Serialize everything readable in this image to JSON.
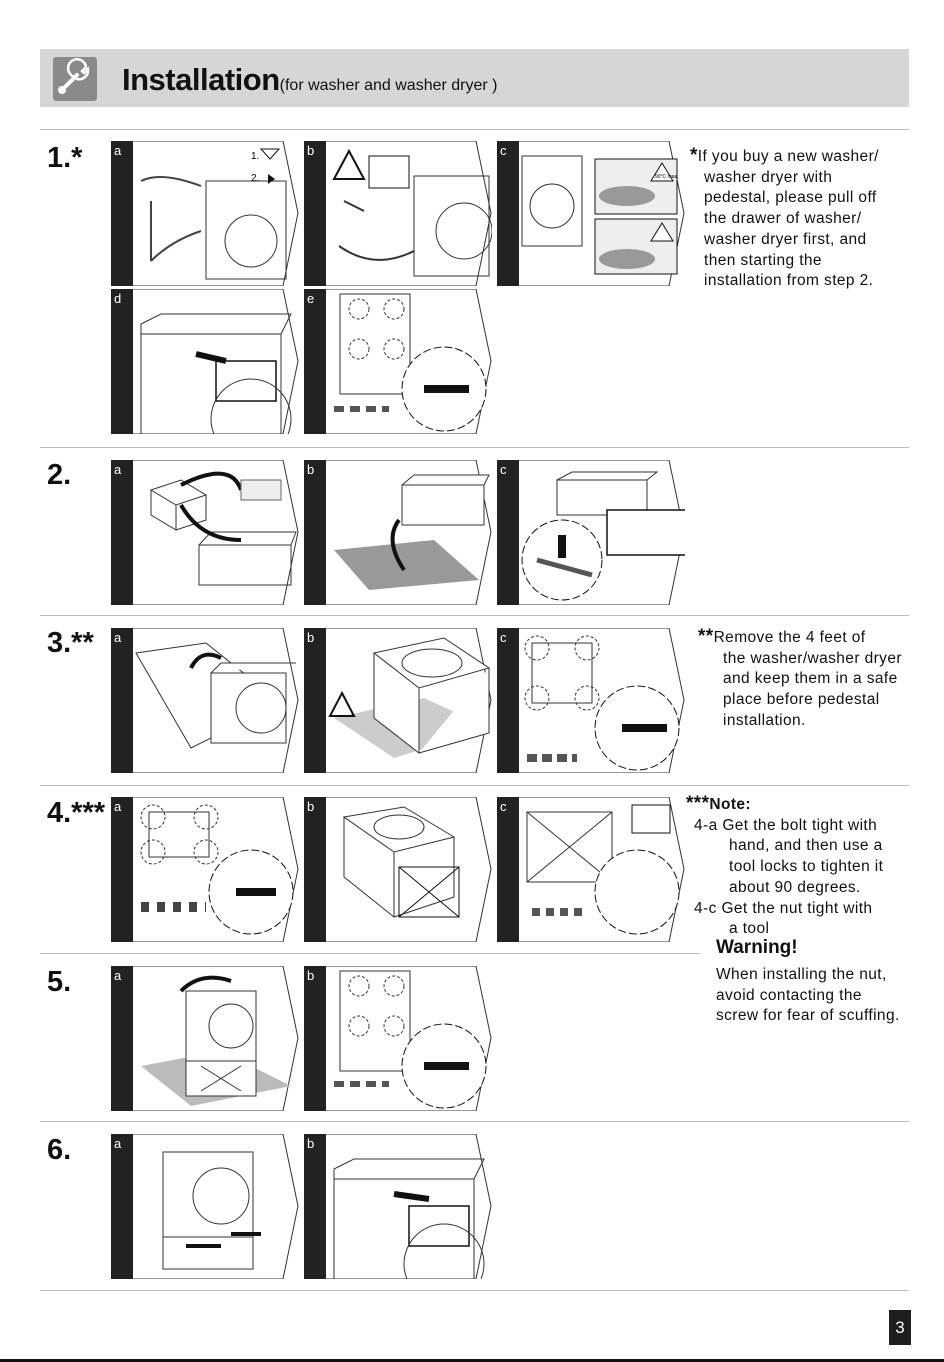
{
  "header": {
    "title": "Installation",
    "subtitle": "(for washer and washer dryer )",
    "icon": "wrench-icon"
  },
  "steps": [
    {
      "number": "1.*",
      "panels": [
        "a",
        "b",
        "c",
        "d",
        "e"
      ]
    },
    {
      "number": "2.",
      "panels": [
        "a",
        "b",
        "c"
      ]
    },
    {
      "number": "3.**",
      "panels": [
        "a",
        "b",
        "c"
      ]
    },
    {
      "number": "4.***",
      "panels": [
        "a",
        "b",
        "c"
      ]
    },
    {
      "number": "5.",
      "panels": [
        "a",
        "b"
      ]
    },
    {
      "number": "6.",
      "panels": [
        "a",
        "b"
      ]
    }
  ],
  "illustration_text": {
    "step1a_line1": "1.",
    "step1a_line2": "2.",
    "temp_max": "90°C max."
  },
  "notes": {
    "note1": {
      "star": "*",
      "lines": [
        "If you buy a new washer/",
        "washer dryer with",
        "pedestal, please pull off",
        "the drawer of washer/",
        "washer dryer first, and",
        "then starting the",
        "installation from step 2."
      ]
    },
    "note2": {
      "star": "**",
      "lines": [
        "Remove the 4 feet of",
        "the washer/washer dryer",
        "and keep them in a safe",
        "place before pedestal",
        "installation."
      ]
    },
    "note3": {
      "star": "***",
      "title": "Note:",
      "item_a_label": "4-a",
      "item_a_lines": [
        "Get the bolt tight with",
        "hand, and then use a",
        "tool locks to tighten it",
        "about 90 degrees."
      ],
      "item_c_label": "4-c",
      "item_c_lines": [
        "Get the nut tight with",
        "a tool"
      ]
    },
    "warning": {
      "title": "Warning!",
      "lines": [
        "When installing the nut,",
        "avoid contacting the",
        "screw for fear of scuffing."
      ]
    }
  },
  "page_number": "3"
}
